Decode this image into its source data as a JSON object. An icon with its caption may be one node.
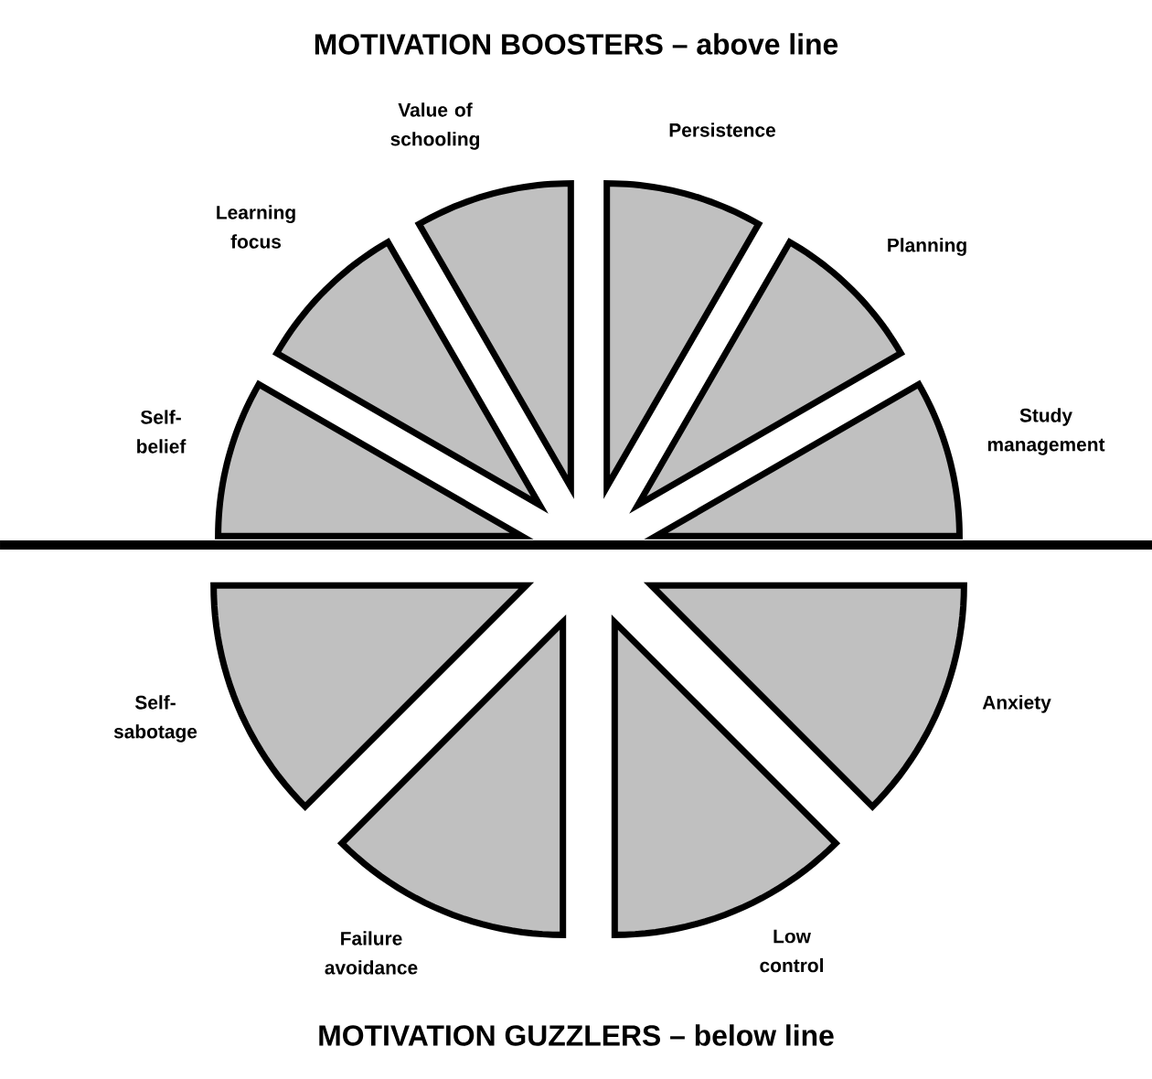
{
  "diagram": {
    "title": "MOTIVATION BOOSTERS – above line",
    "caption": "MOTIVATION GUZZLERS – below line",
    "nodes": [
      {
        "text": [],
        "shape": "wedge",
        "beside": [
          "Self-belief"
        ]
      },
      {
        "text": [],
        "shape": "wedge",
        "beside": [
          "Learning focus"
        ]
      },
      {
        "text": [],
        "shape": "wedge",
        "beside": [
          "Value of schooling"
        ]
      },
      {
        "text": [],
        "shape": "wedge",
        "beside": [
          "Persistence"
        ]
      },
      {
        "text": [],
        "shape": "wedge",
        "beside": [
          "Planning"
        ]
      },
      {
        "text": [],
        "shape": "wedge",
        "beside": [
          "Study management"
        ]
      },
      {
        "text": [],
        "shape": "wedge",
        "beside": [
          "Self-sabotage"
        ]
      },
      {
        "text": [],
        "shape": "wedge",
        "beside": [
          "Anxiety"
        ]
      },
      {
        "text": [],
        "shape": "wedge",
        "beside": [
          "Failure avoidance"
        ]
      },
      {
        "text": [],
        "shape": "wedge",
        "beside": [
          "Low control"
        ]
      }
    ]
  }
}
